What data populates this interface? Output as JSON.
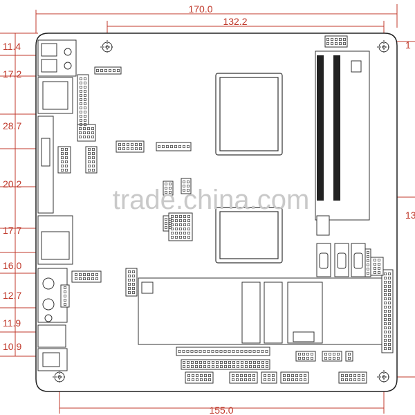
{
  "dimensions": {
    "top_total": "170.0",
    "top_inner": "132.2",
    "bottom": "155.0",
    "left": [
      "11.4",
      "17.2",
      "28.7",
      "20.2",
      "17.7",
      "16.0",
      "12.7",
      "11.9",
      "10.9"
    ],
    "right_partial": [
      "1",
      "13"
    ]
  },
  "watermark": "trade.china.com",
  "colors": {
    "dimension": "#c0392b",
    "outline": "#222222",
    "board": "#ffffff"
  }
}
